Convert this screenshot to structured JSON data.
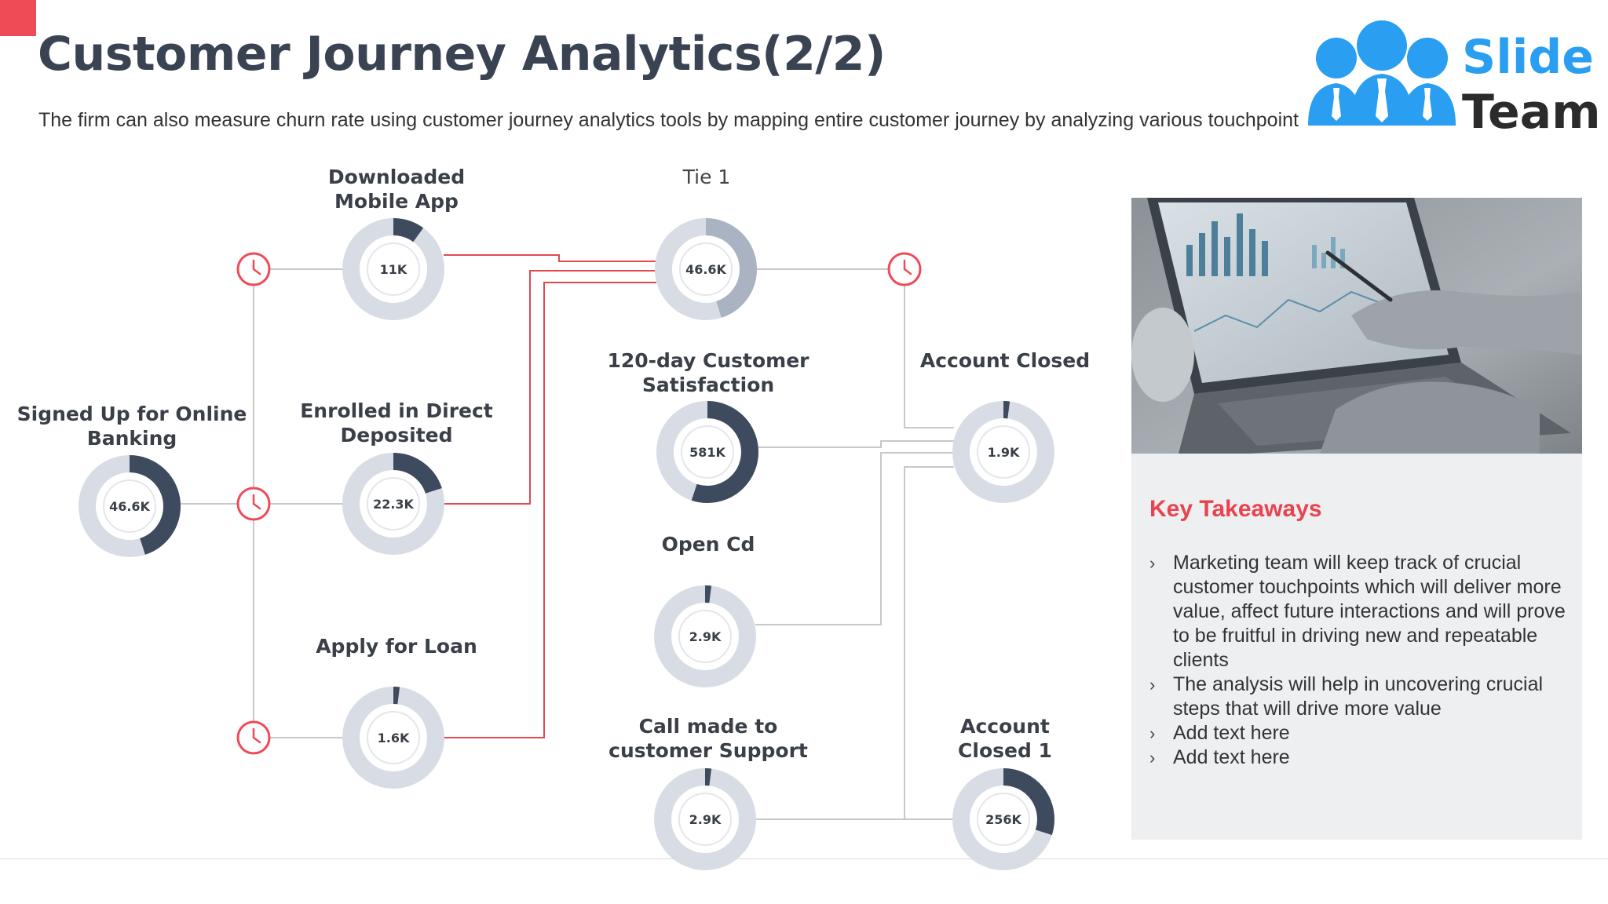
{
  "header": {
    "title": "Customer Journey Analytics(2/2)",
    "subtitle": "The firm can also measure churn rate using customer journey analytics tools by mapping entire customer journey by analyzing various touchpoint encountered."
  },
  "logo": {
    "line1": "Slide",
    "line2": "Team"
  },
  "colors": {
    "accent": "#ee4b57",
    "donut_track": "#d8dde5",
    "donut_dark": "#3e4b5e",
    "donut_mid": "#a9b3c2",
    "connector_gray": "#c8c8c8",
    "connector_red": "#e0494f",
    "logo_blue": "#2a9ef1"
  },
  "nodes": [
    {
      "id": "signed-up",
      "label": "Signed Up for Online Banking",
      "value": "46.6K",
      "share": 0.45
    },
    {
      "id": "downloaded-app",
      "label": "Downloaded Mobile App",
      "value": "11K",
      "share": 0.1
    },
    {
      "id": "enrolled-direct",
      "label": "Enrolled in Direct Deposited",
      "value": "22.3K",
      "share": 0.2
    },
    {
      "id": "apply-loan",
      "label": "Apply for Loan",
      "value": "1.6K",
      "share": 0.02
    },
    {
      "id": "tie-1",
      "label": "Tie 1",
      "value": "46.6K",
      "share": 0.45,
      "light": true
    },
    {
      "id": "customer-satisfaction",
      "label": "120-day Customer Satisfaction",
      "value": "581K",
      "share": 0.55
    },
    {
      "id": "open-cd",
      "label": "Open Cd",
      "value": "2.9K",
      "share": 0.02
    },
    {
      "id": "call-support",
      "label": "Call made to customer Support",
      "value": "2.9K",
      "share": 0.02
    },
    {
      "id": "account-closed",
      "label": "Account Closed",
      "value": "1.9K",
      "share": 0.02
    },
    {
      "id": "account-closed-1",
      "label": "Account Closed 1",
      "value": "256K",
      "share": 0.3
    }
  ],
  "takeaways": {
    "title": "Key Takeaways",
    "bullet_glyph": "›",
    "items": [
      "Marketing team will keep track of crucial customer touchpoints which will deliver more value, affect future interactions and will prove to be fruitful in driving new and repeatable clients",
      "The analysis will help in uncovering crucial steps that will drive more value",
      "Add text here",
      "Add text here"
    ]
  }
}
